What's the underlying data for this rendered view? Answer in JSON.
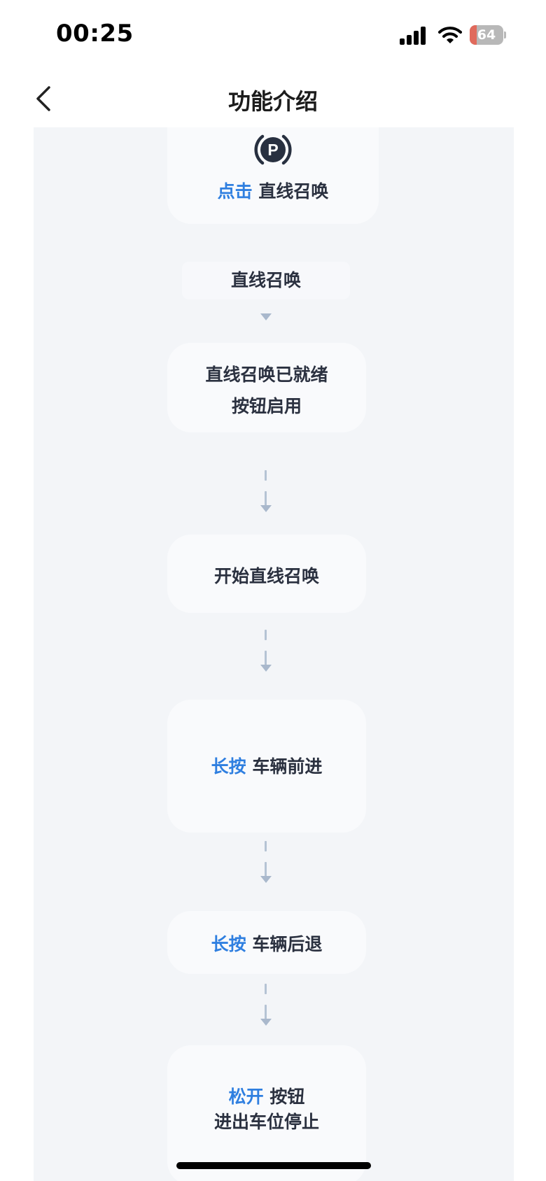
{
  "status_bar": {
    "time": "00:25",
    "battery_level": "64",
    "battery_percent": 64
  },
  "nav": {
    "title": "功能介绍"
  },
  "steps": {
    "top_card": {
      "highlight": "点击",
      "text": "直线召唤"
    },
    "mode_label": "直线召唤",
    "ready_card": {
      "line1": "直线召唤已就绪",
      "line2": "按钮启用"
    },
    "start_card": {
      "text": "开始直线召唤"
    },
    "forward_card": {
      "highlight": "长按",
      "text": "车辆前进"
    },
    "backward_card": {
      "highlight": "长按",
      "text": "车辆后退"
    },
    "release_card": {
      "highlight": "松开",
      "text": "按钮",
      "line2": "进出车位停止"
    }
  },
  "icons": {
    "back": "chevron-left-icon",
    "parking": "parking-icon"
  },
  "colors": {
    "accent": "#2f7fe0",
    "panel_bg": "#f3f5f8",
    "card_bg": "#f9fafc"
  }
}
